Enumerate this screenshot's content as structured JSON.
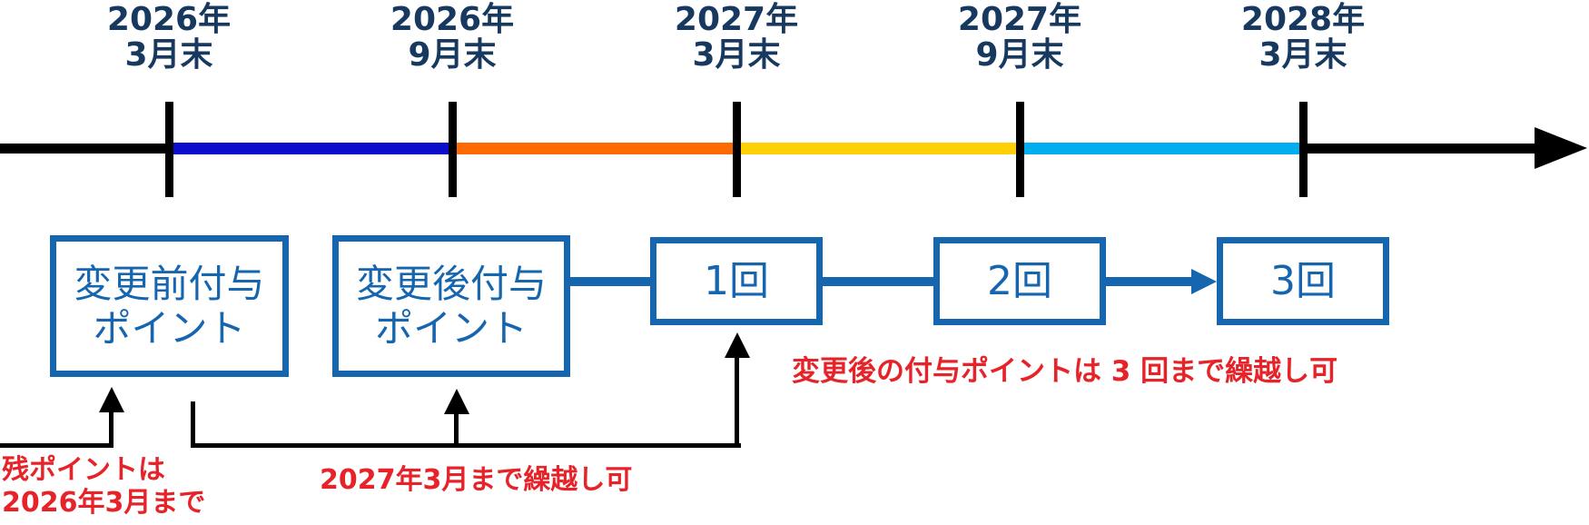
{
  "colors": {
    "tick_label_navy": "#17395f",
    "box_blue": "#1565af",
    "segment_dark_blue": "#0c0ccb",
    "segment_orange": "#ff6a00",
    "segment_yellow": "#ffd104",
    "segment_light_blue": "#00aeef",
    "annotation_red": "#e62329",
    "axis_black": "#000000"
  },
  "timeline": {
    "tick_labels": [
      {
        "line1": "2026年",
        "line2": "3月末"
      },
      {
        "line1": "2026年",
        "line2": "9月末"
      },
      {
        "line1": "2027年",
        "line2": "3月末"
      },
      {
        "line1": "2027年",
        "line2": "9月末"
      },
      {
        "line1": "2028年",
        "line2": "3月末"
      }
    ]
  },
  "boxes": {
    "before_change": {
      "line1": "変更前付与",
      "line2": "ポイント"
    },
    "after_change": {
      "line1": "変更後付与",
      "line2": "ポイント"
    },
    "carryover_1": "1回",
    "carryover_2": "2回",
    "carryover_3": "3回"
  },
  "annotations": {
    "remaining_points_line1": "残ポイントは",
    "remaining_points_line2": "2026年3月まで",
    "carryover_until_2027": "2027年3月まで繰越し可",
    "carryover_up_to_3_times": "変更後の付与ポイントは 3 回まで繰越し可"
  }
}
